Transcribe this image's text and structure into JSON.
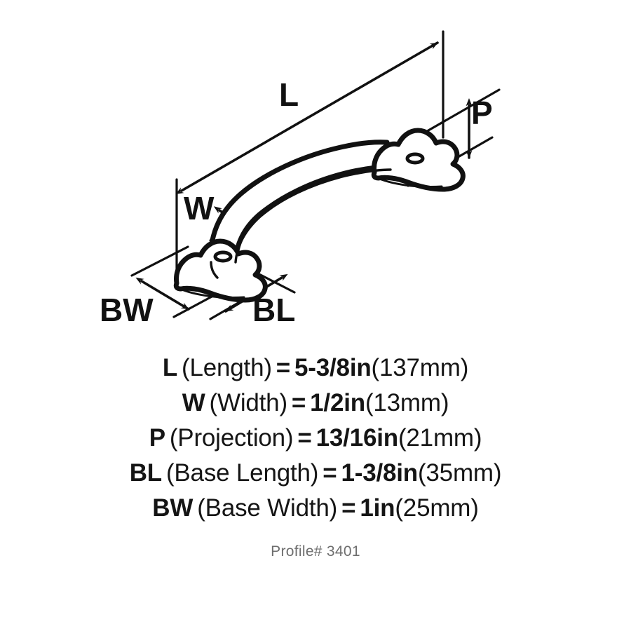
{
  "drawing": {
    "title": "cabinet-pull-isometric-line-drawing",
    "line_color": "#111111",
    "background_color": "#ffffff",
    "dimension_labels": [
      {
        "key": "L",
        "text": "L"
      },
      {
        "key": "P",
        "text": "P"
      },
      {
        "key": "W",
        "text": "W"
      },
      {
        "key": "BW",
        "text": "BW"
      },
      {
        "key": "BL",
        "text": "BL"
      }
    ]
  },
  "specs": [
    {
      "code": "L",
      "name": "(Length)",
      "eq": "=",
      "imperial": "5-3/8in",
      "metric": "(137mm)"
    },
    {
      "code": "W",
      "name": "(Width)",
      "eq": "=",
      "imperial": "1/2in",
      "metric": "(13mm)"
    },
    {
      "code": "P",
      "name": "(Projection)",
      "eq": "=",
      "imperial": "13/16in",
      "metric": "(21mm)"
    },
    {
      "code": "BL",
      "name": "(Base Length)",
      "eq": "=",
      "imperial": "1-3/8in",
      "metric": "(35mm)"
    },
    {
      "code": "BW",
      "name": "(Base Width)",
      "eq": "=",
      "imperial": "1in",
      "metric": "(25mm)"
    }
  ],
  "footer": {
    "profile_number": "Profile# 3401"
  }
}
